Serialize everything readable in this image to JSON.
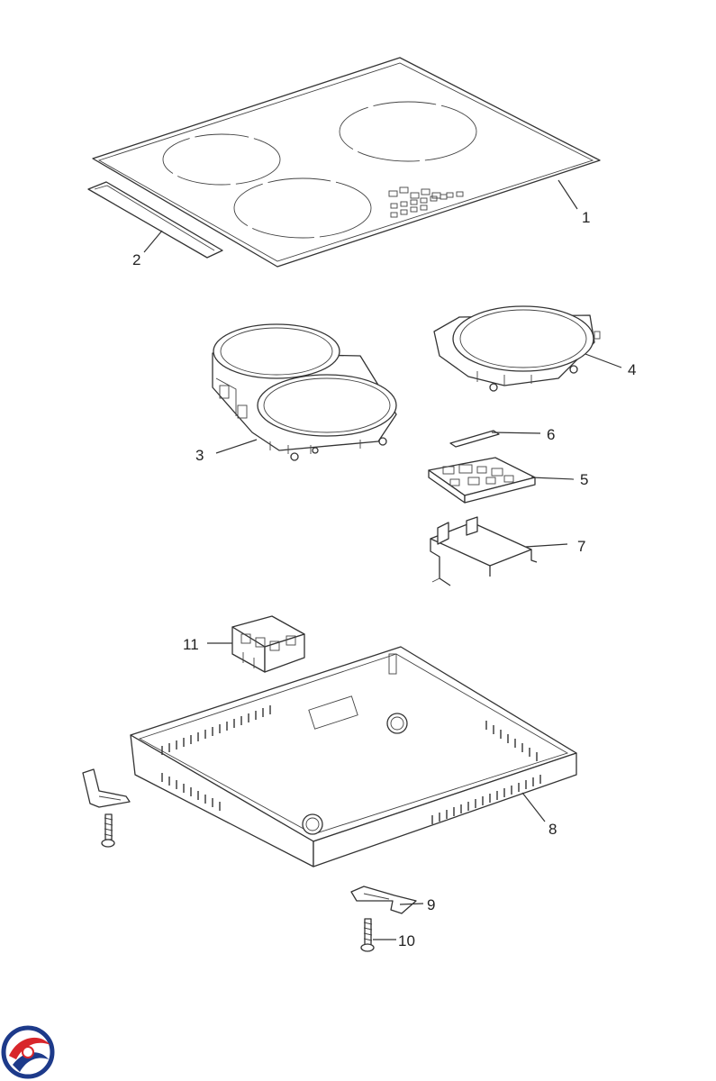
{
  "callouts": {
    "c1": "1",
    "c2": "2",
    "c3": "3",
    "c4": "4",
    "c5": "5",
    "c6": "6",
    "c7": "7",
    "c8": "8",
    "c9": "9",
    "c10": "10",
    "c11": "11"
  },
  "logo": {
    "colors": [
      "#1d3a8a",
      "#d8262b"
    ]
  }
}
